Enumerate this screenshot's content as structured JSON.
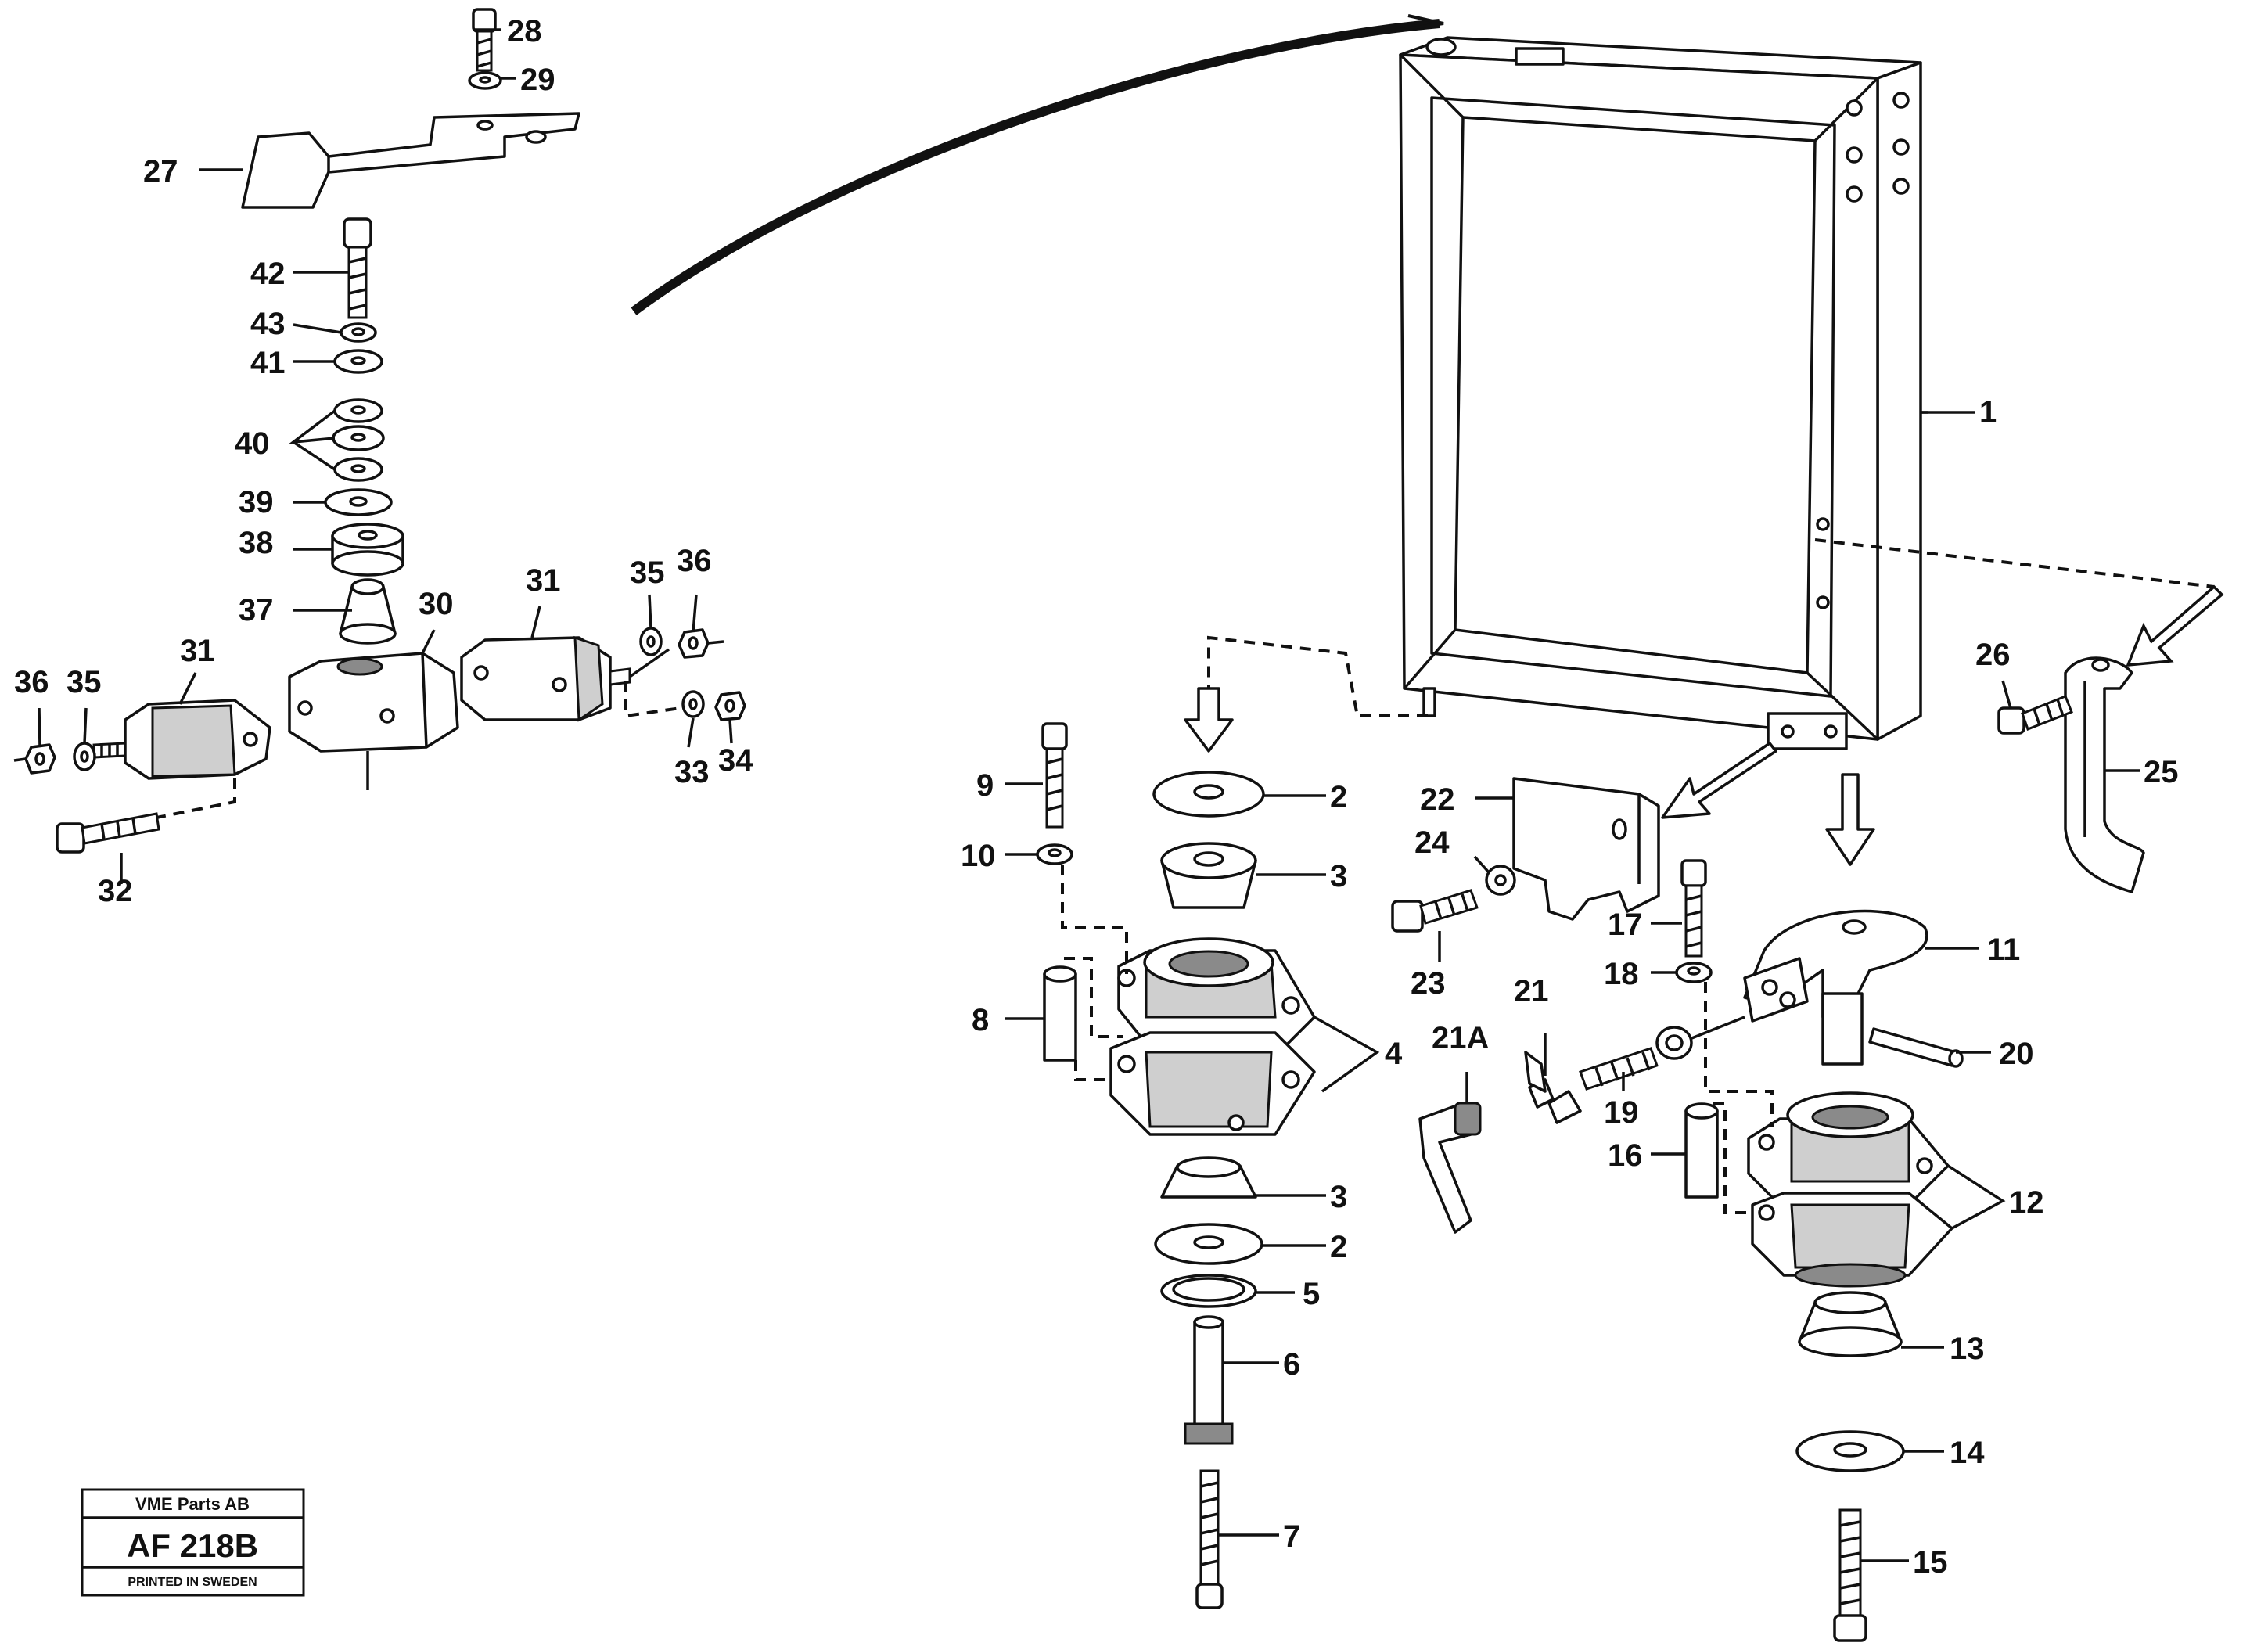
{
  "callouts": [
    {
      "id": "c1",
      "text": "1"
    },
    {
      "id": "c2a",
      "text": "2"
    },
    {
      "id": "c2b",
      "text": "2"
    },
    {
      "id": "c3a",
      "text": "3"
    },
    {
      "id": "c3b",
      "text": "3"
    },
    {
      "id": "c4",
      "text": "4"
    },
    {
      "id": "c5",
      "text": "5"
    },
    {
      "id": "c6",
      "text": "6"
    },
    {
      "id": "c7",
      "text": "7"
    },
    {
      "id": "c8",
      "text": "8"
    },
    {
      "id": "c9",
      "text": "9"
    },
    {
      "id": "c10",
      "text": "10"
    },
    {
      "id": "c11",
      "text": "11"
    },
    {
      "id": "c12",
      "text": "12"
    },
    {
      "id": "c13",
      "text": "13"
    },
    {
      "id": "c14",
      "text": "14"
    },
    {
      "id": "c15",
      "text": "15"
    },
    {
      "id": "c16",
      "text": "16"
    },
    {
      "id": "c17",
      "text": "17"
    },
    {
      "id": "c18",
      "text": "18"
    },
    {
      "id": "c19",
      "text": "19"
    },
    {
      "id": "c20",
      "text": "20"
    },
    {
      "id": "c21",
      "text": "21"
    },
    {
      "id": "c21a",
      "text": "21A"
    },
    {
      "id": "c22",
      "text": "22"
    },
    {
      "id": "c23",
      "text": "23"
    },
    {
      "id": "c24",
      "text": "24"
    },
    {
      "id": "c25",
      "text": "25"
    },
    {
      "id": "c26",
      "text": "26"
    },
    {
      "id": "c27",
      "text": "27"
    },
    {
      "id": "c28",
      "text": "28"
    },
    {
      "id": "c29",
      "text": "29"
    },
    {
      "id": "c30",
      "text": "30"
    },
    {
      "id": "c31a",
      "text": "31"
    },
    {
      "id": "c31b",
      "text": "31"
    },
    {
      "id": "c32",
      "text": "32"
    },
    {
      "id": "c33",
      "text": "33"
    },
    {
      "id": "c34",
      "text": "34"
    },
    {
      "id": "c35a",
      "text": "35"
    },
    {
      "id": "c35b",
      "text": "35"
    },
    {
      "id": "c36a",
      "text": "36"
    },
    {
      "id": "c36b",
      "text": "36"
    },
    {
      "id": "c37",
      "text": "37"
    },
    {
      "id": "c38",
      "text": "38"
    },
    {
      "id": "c39",
      "text": "39"
    },
    {
      "id": "c40",
      "text": "40"
    },
    {
      "id": "c41",
      "text": "41"
    },
    {
      "id": "c42",
      "text": "42"
    },
    {
      "id": "c43",
      "text": "43"
    }
  ],
  "stamp": {
    "company": "VME Parts AB",
    "code": "AF 218B",
    "printed": "PRINTED IN SWEDEN"
  }
}
